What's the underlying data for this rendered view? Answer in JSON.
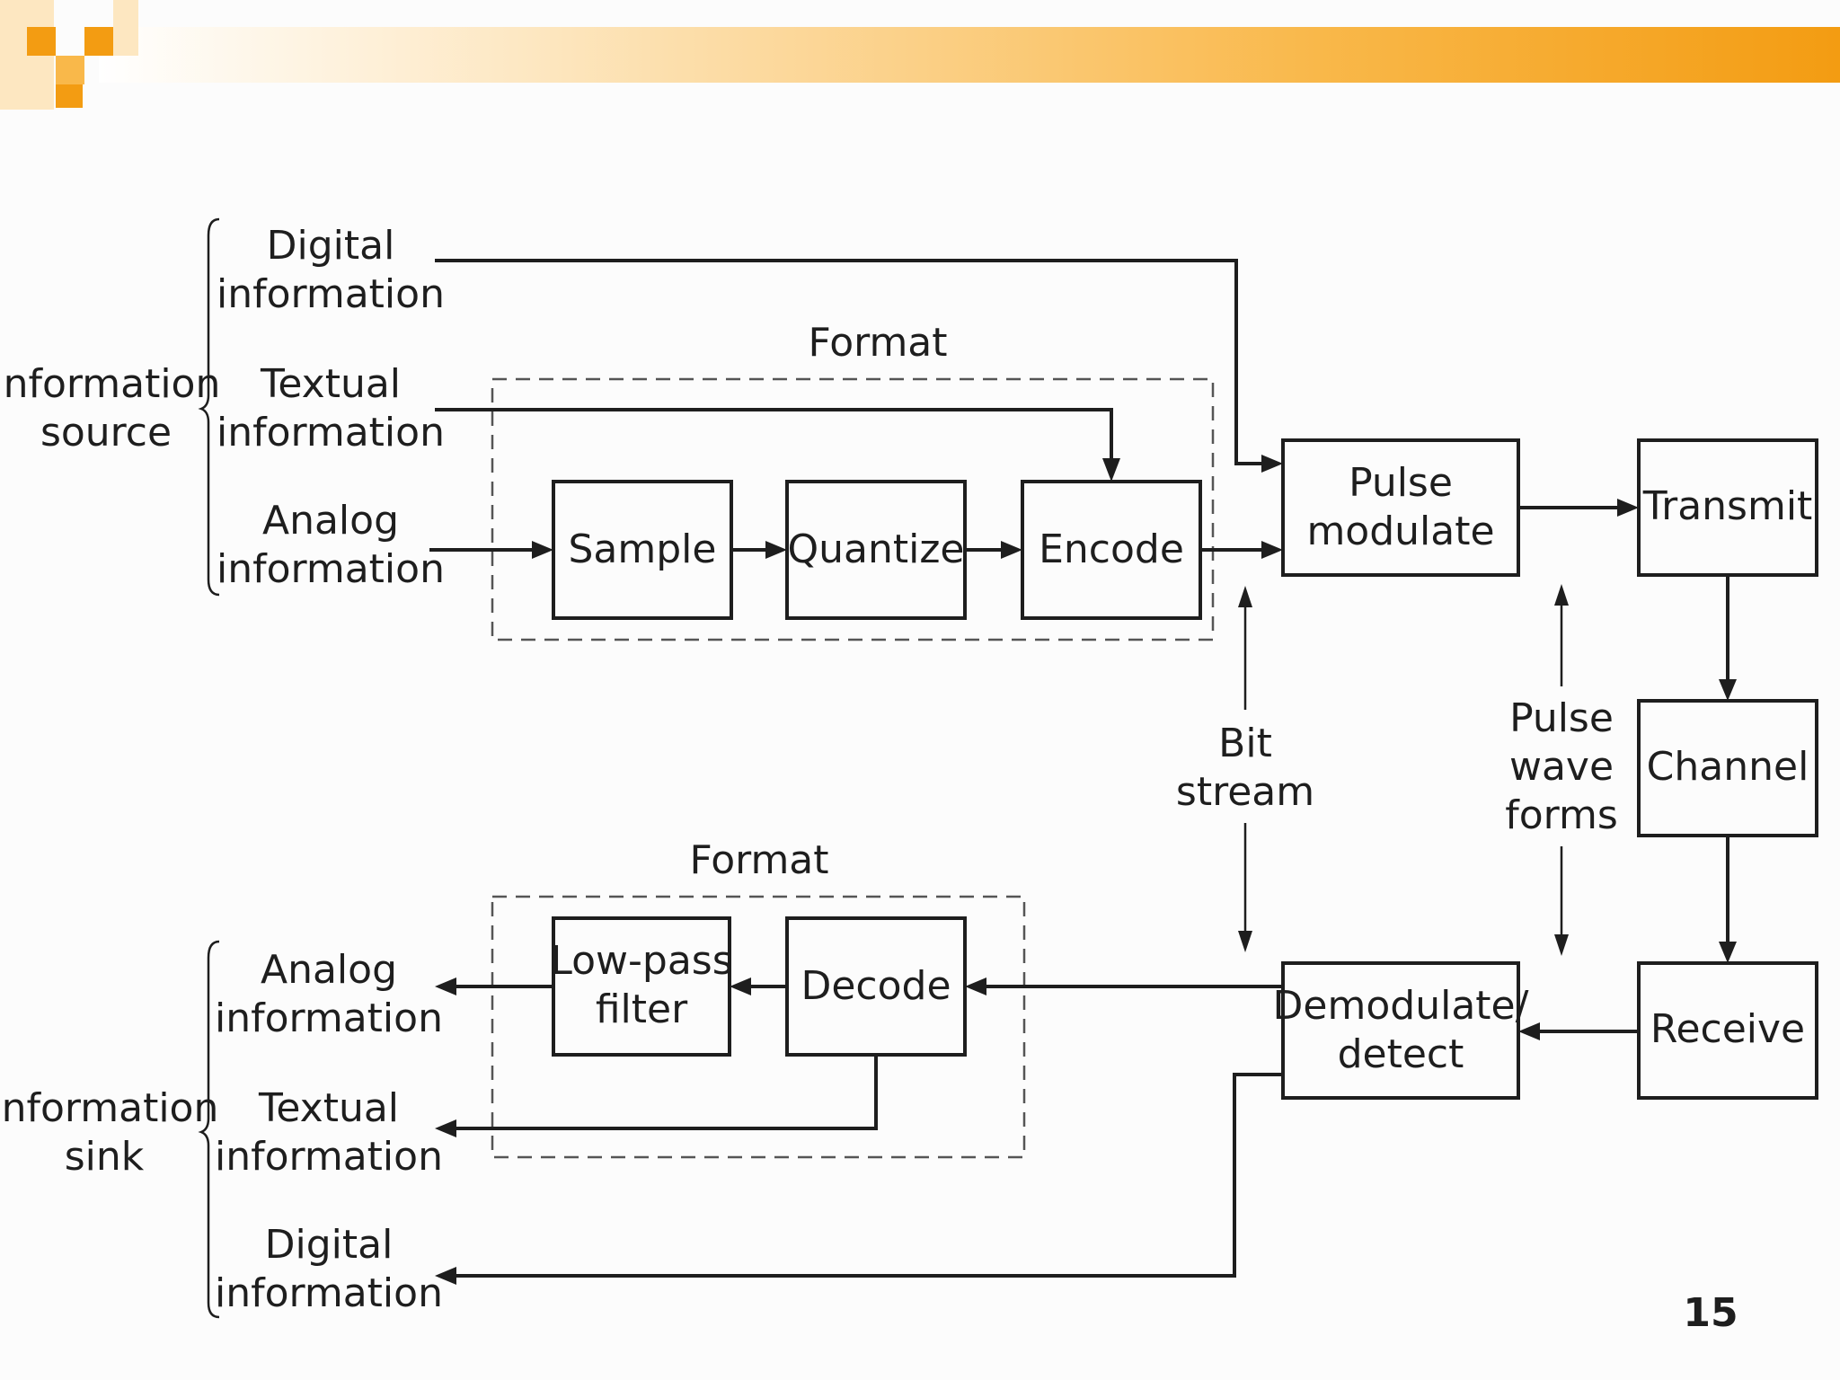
{
  "slide": {
    "accent_colors": [
      "#f39c12",
      "#fde7c1"
    ],
    "page_number": "15"
  },
  "diagram": {
    "source_group": {
      "line1": "Information",
      "line2": "source"
    },
    "sink_group": {
      "line1": "Information",
      "line2": "sink"
    },
    "source_items": {
      "digital": {
        "line1": "Digital",
        "line2": "information"
      },
      "textual": {
        "line1": "Textual",
        "line2": "information"
      },
      "analog": {
        "line1": "Analog",
        "line2": "information"
      }
    },
    "sink_items": {
      "analog": {
        "line1": "Analog",
        "line2": "information"
      },
      "textual": {
        "line1": "Textual",
        "line2": "information"
      },
      "digital": {
        "line1": "Digital",
        "line2": "information"
      }
    },
    "format_top": "Format",
    "format_bottom": "Format",
    "blocks": {
      "sample": "Sample",
      "quantize": "Quantize",
      "encode": "Encode",
      "pulse_modulate": {
        "line1": "Pulse",
        "line2": "modulate"
      },
      "transmit": "Transmit",
      "channel": "Channel",
      "receive": "Receive",
      "demodulate": {
        "line1": "Demodulate/",
        "line2": "detect"
      },
      "decode": "Decode",
      "lowpass": {
        "line1": "Low-pass",
        "line2": "filter"
      }
    },
    "bit_stream": {
      "line1": "Bit",
      "line2": "stream"
    },
    "pulse_waveforms": {
      "line1": "Pulse",
      "line2": "wave",
      "line3": "forms"
    }
  }
}
